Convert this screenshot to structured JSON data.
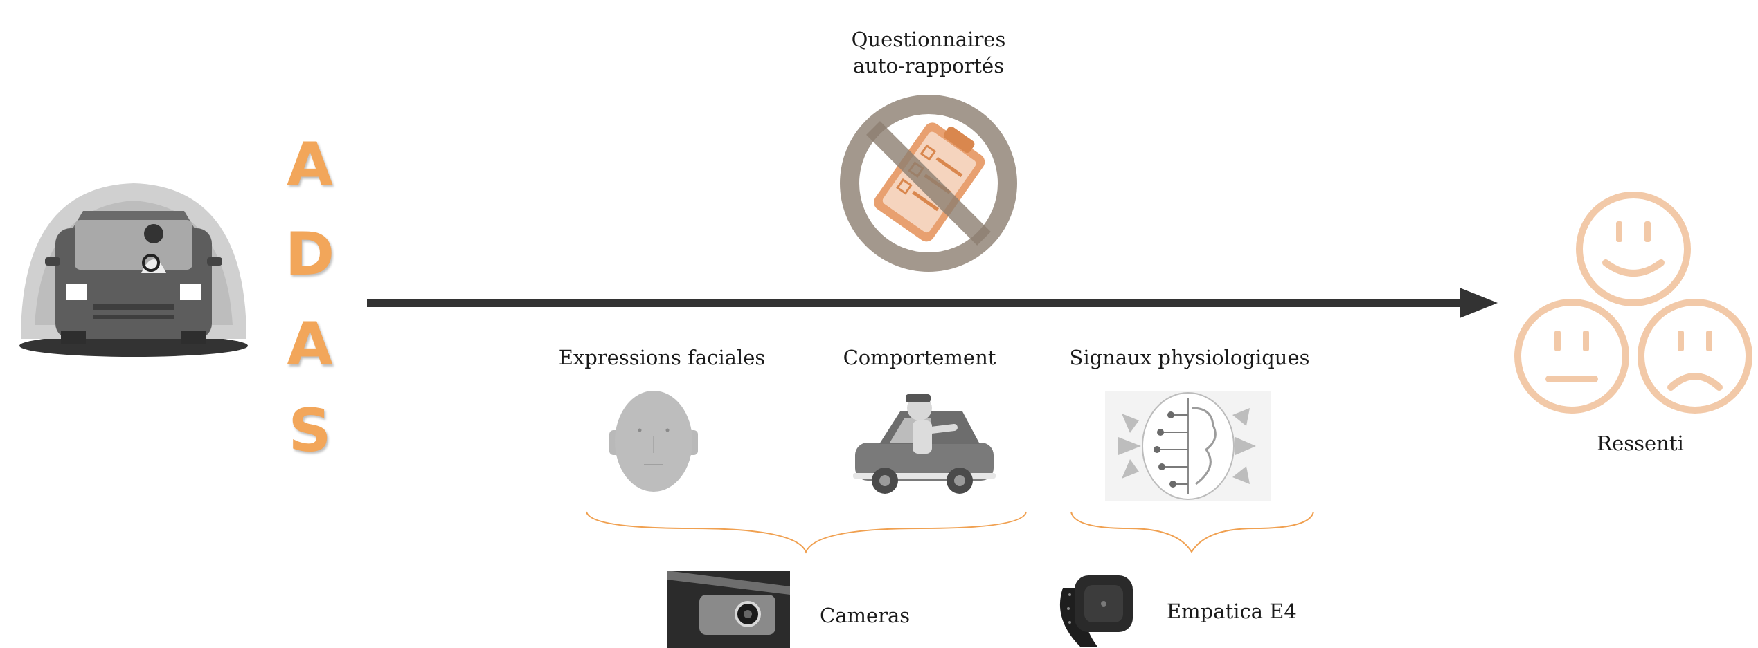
{
  "adas_letters": [
    "A",
    "D",
    "A",
    "S"
  ],
  "questionnaire": {
    "line1": "Questionnaires",
    "line2": "auto-rapportés"
  },
  "measures": {
    "facial": "Expressions faciales",
    "behavior": "Comportement",
    "physio": "Signaux physiologiques"
  },
  "sensors": {
    "cameras": "Cameras",
    "empatica": "Empatica E4"
  },
  "outcome": "Ressenti",
  "colors": {
    "accent": "#f2a65a",
    "arrow": "#333333",
    "brace": "#f0a050",
    "smiley": "#f2c9a8",
    "ban": "#8c7e70"
  },
  "icons": [
    "car-driver-icon",
    "prohibited-questionnaire-icon",
    "face-icon",
    "car-driver-waving-icon",
    "brain-signals-icon",
    "camera-icon",
    "wristband-icon",
    "happy-face-icon",
    "neutral-face-icon",
    "sad-face-icon"
  ]
}
